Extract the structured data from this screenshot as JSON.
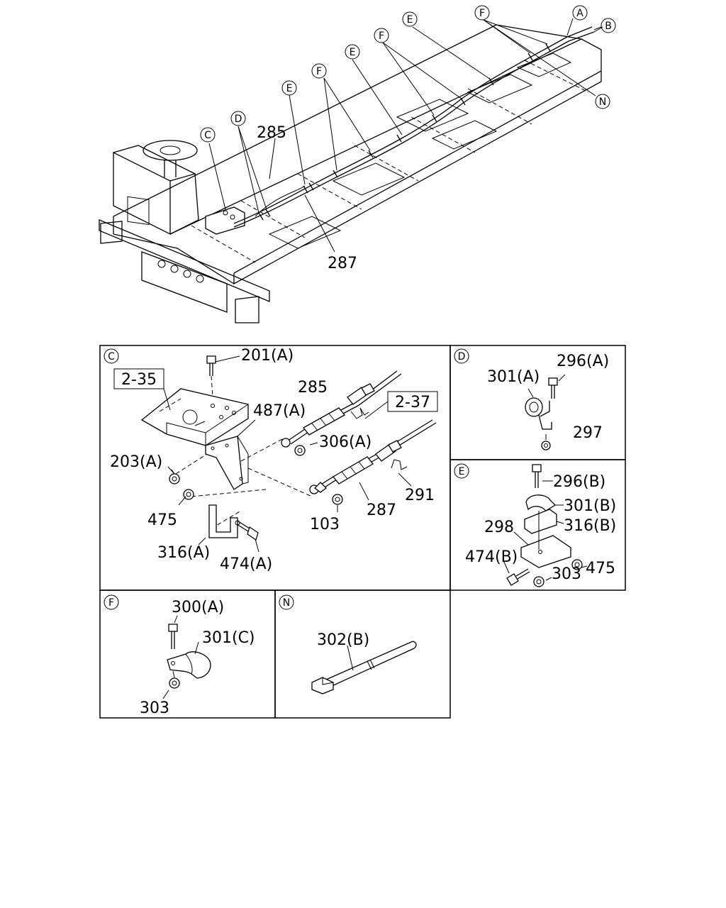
{
  "overview": {
    "callouts": [
      "A",
      "B",
      "N",
      "F",
      "E",
      "F",
      "E",
      "F",
      "E",
      "D",
      "C"
    ],
    "labels": [
      "285",
      "287"
    ]
  },
  "panel_c": {
    "tag": "C",
    "ref_boxes": [
      "2-35",
      "2-37"
    ],
    "labels": [
      "201(A)",
      "487(A)",
      "285",
      "306(A)",
      "203(A)",
      "475",
      "291",
      "103",
      "287",
      "316(A)",
      "474(A)"
    ]
  },
  "panel_d": {
    "tag": "D",
    "labels": [
      "301(A)",
      "296(A)",
      "297"
    ]
  },
  "panel_e": {
    "tag": "E",
    "labels": [
      "296(B)",
      "301(B)",
      "298",
      "316(B)",
      "474(B)",
      "303",
      "475"
    ]
  },
  "panel_f": {
    "tag": "F",
    "labels": [
      "300(A)",
      "301(C)",
      "303"
    ]
  },
  "panel_n": {
    "tag": "N",
    "labels": [
      "302(B)"
    ]
  }
}
